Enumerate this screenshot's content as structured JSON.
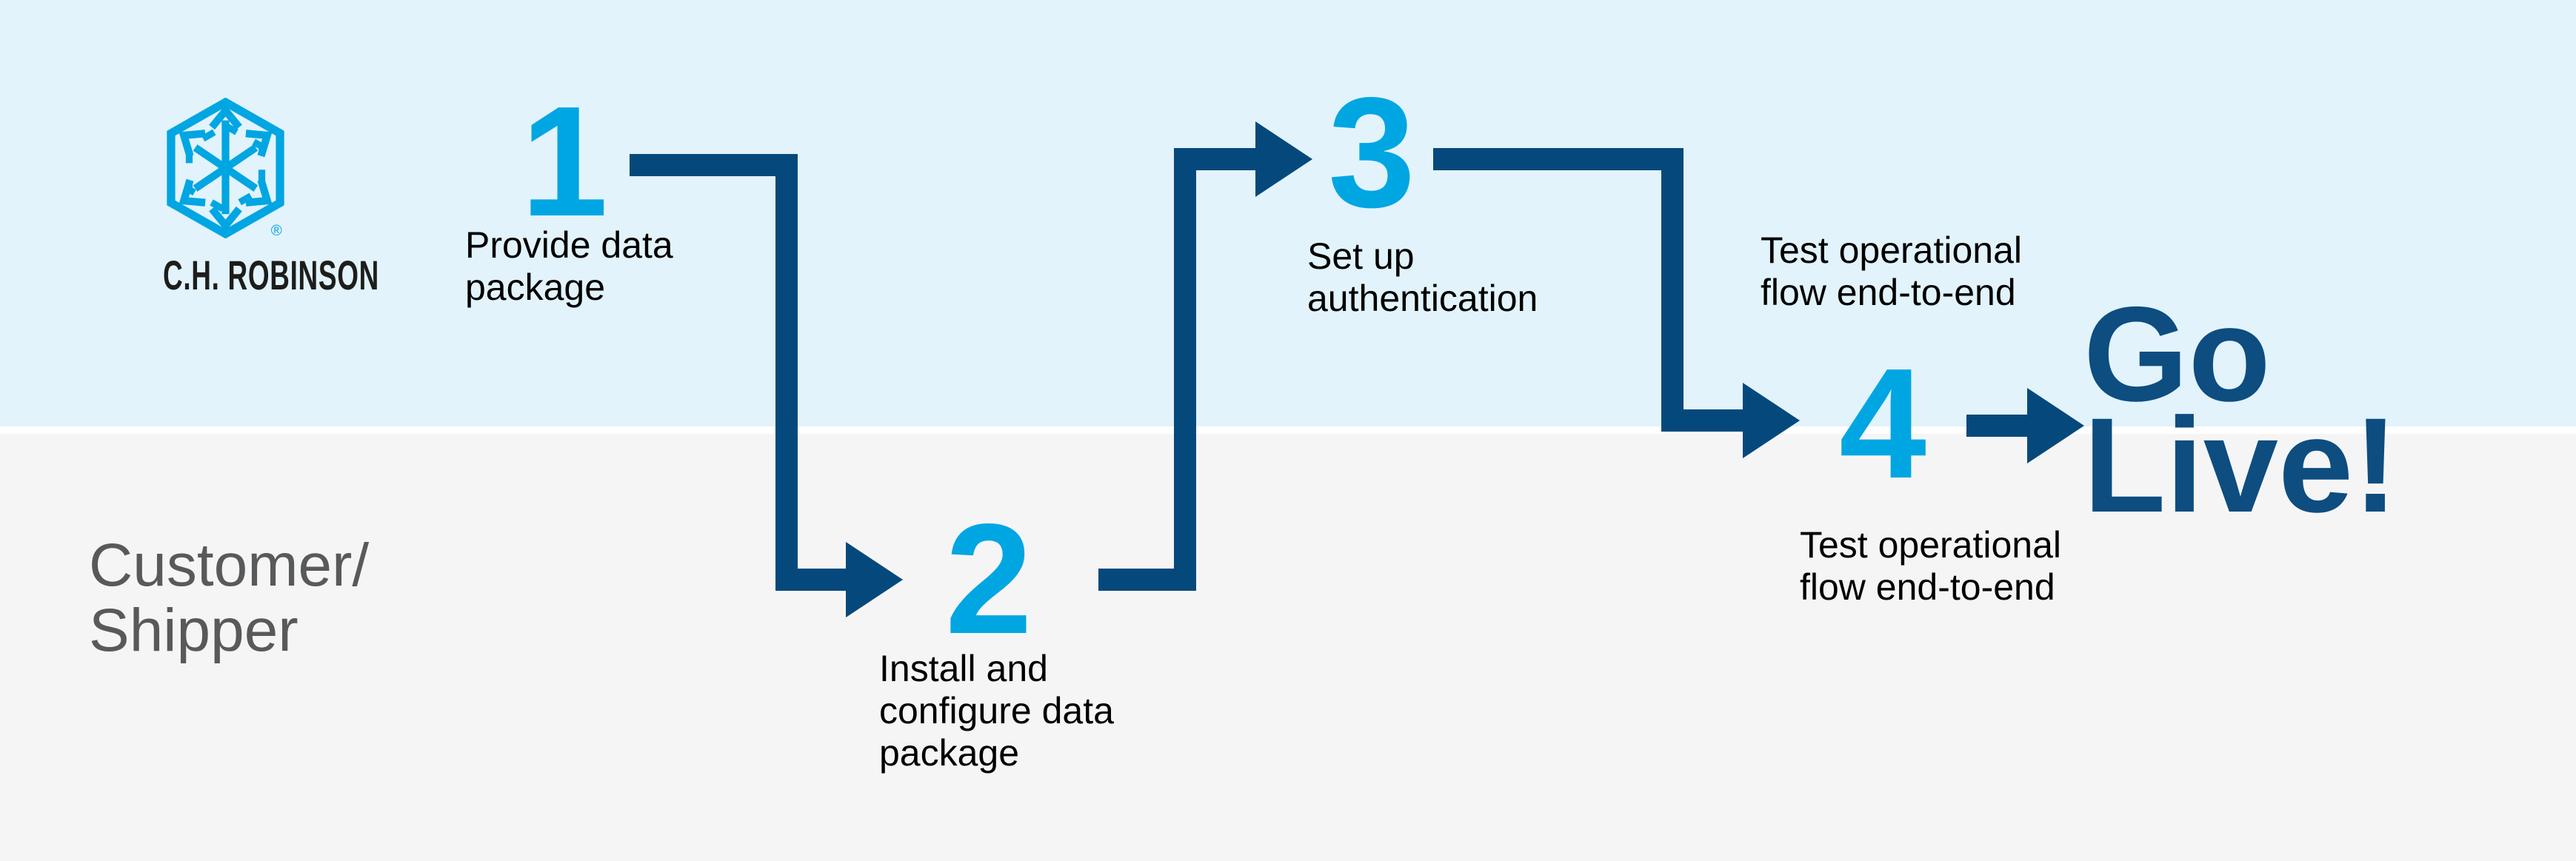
{
  "brand": {
    "wordmark": "C.H. ROBINSON",
    "registered_mark": "®",
    "logo_icon": "chr-hexagon-cube-arrows-icon"
  },
  "lanes": {
    "bottom_label": "Customer/\nShipper"
  },
  "steps": [
    {
      "number": "1",
      "label": "Provide data\npackage"
    },
    {
      "number": "2",
      "label": "Install and\nconfigure data\npackage"
    },
    {
      "number": "3",
      "label": "Set up\nauthentication"
    },
    {
      "number": "4",
      "label_above": "Test operational\nflow end-to-end",
      "label_below": "Test operational\nflow end-to-end"
    }
  ],
  "outcome": {
    "text": "Go\nLive!"
  },
  "colors": {
    "band_top_blue": "#E2F3FB",
    "band_bottom_gray": "#F5F5F6",
    "divider_white": "#FFFFFF",
    "accent_cyan": "#00A6E2",
    "arrow_navy": "#05497C",
    "go_live_navy": "#0D4D80",
    "label_black": "#000000",
    "lane_label_gray": "#58595B",
    "wordmark_black": "#1D1D1B"
  }
}
